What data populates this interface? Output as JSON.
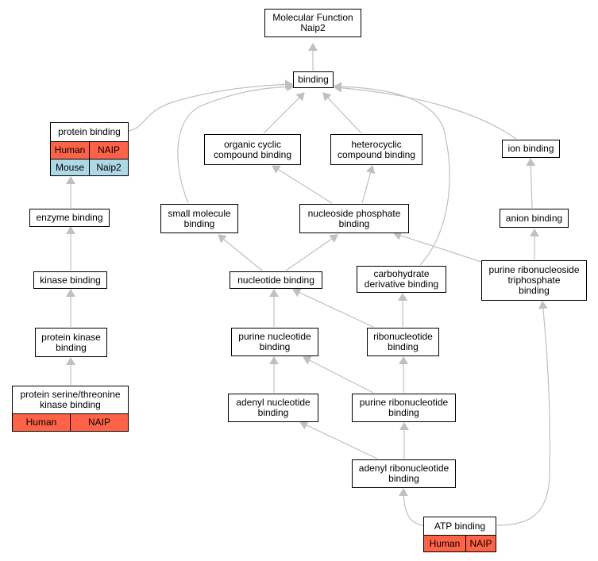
{
  "nodes": {
    "mf": {
      "label": "Molecular Function\nNaip2"
    },
    "binding": {
      "label": "binding"
    },
    "protein_binding": {
      "label": "protein binding",
      "rows": [
        {
          "species": "Human",
          "gene": "NAIP",
          "color": "#ff6347"
        },
        {
          "species": "Mouse",
          "gene": "Naip2",
          "color": "#add8e6"
        }
      ]
    },
    "organic": {
      "label": "organic cyclic\ncompound binding"
    },
    "hetero": {
      "label": "heterocyclic\ncompound binding"
    },
    "ion": {
      "label": "ion binding"
    },
    "enzyme": {
      "label": "enzyme binding"
    },
    "small_mol": {
      "label": "small molecule\nbinding"
    },
    "nuc_phos": {
      "label": "nucleoside phosphate\nbinding"
    },
    "anion": {
      "label": "anion binding"
    },
    "kinase": {
      "label": "kinase binding"
    },
    "nucleotide": {
      "label": "nucleotide binding"
    },
    "carb": {
      "label": "carbohydrate\nderivative binding"
    },
    "purine_rnt": {
      "label": "purine ribonucleoside\ntriphosphate\nbinding"
    },
    "prot_kinase": {
      "label": "protein kinase\nbinding"
    },
    "purine_nuc": {
      "label": "purine nucleotide\nbinding"
    },
    "ribonuc": {
      "label": "ribonucleotide\nbinding"
    },
    "ser_thr": {
      "label": "protein serine/threonine\nkinase binding",
      "rows": [
        {
          "species": "Human",
          "gene": "NAIP",
          "color": "#ff6347"
        }
      ]
    },
    "adenyl_nuc": {
      "label": "adenyl nucleotide\nbinding"
    },
    "purine_ribo": {
      "label": "purine ribonucleotide\nbinding"
    },
    "adenyl_ribo": {
      "label": "adenyl ribonucleotide\nbinding"
    },
    "atp": {
      "label": "ATP binding",
      "rows": [
        {
          "species": "Human",
          "gene": "NAIP",
          "color": "#ff6347"
        }
      ]
    }
  },
  "style": {
    "edge_color": "#c0c0c0",
    "human_color": "#ff6347",
    "mouse_color": "#add8e6"
  }
}
